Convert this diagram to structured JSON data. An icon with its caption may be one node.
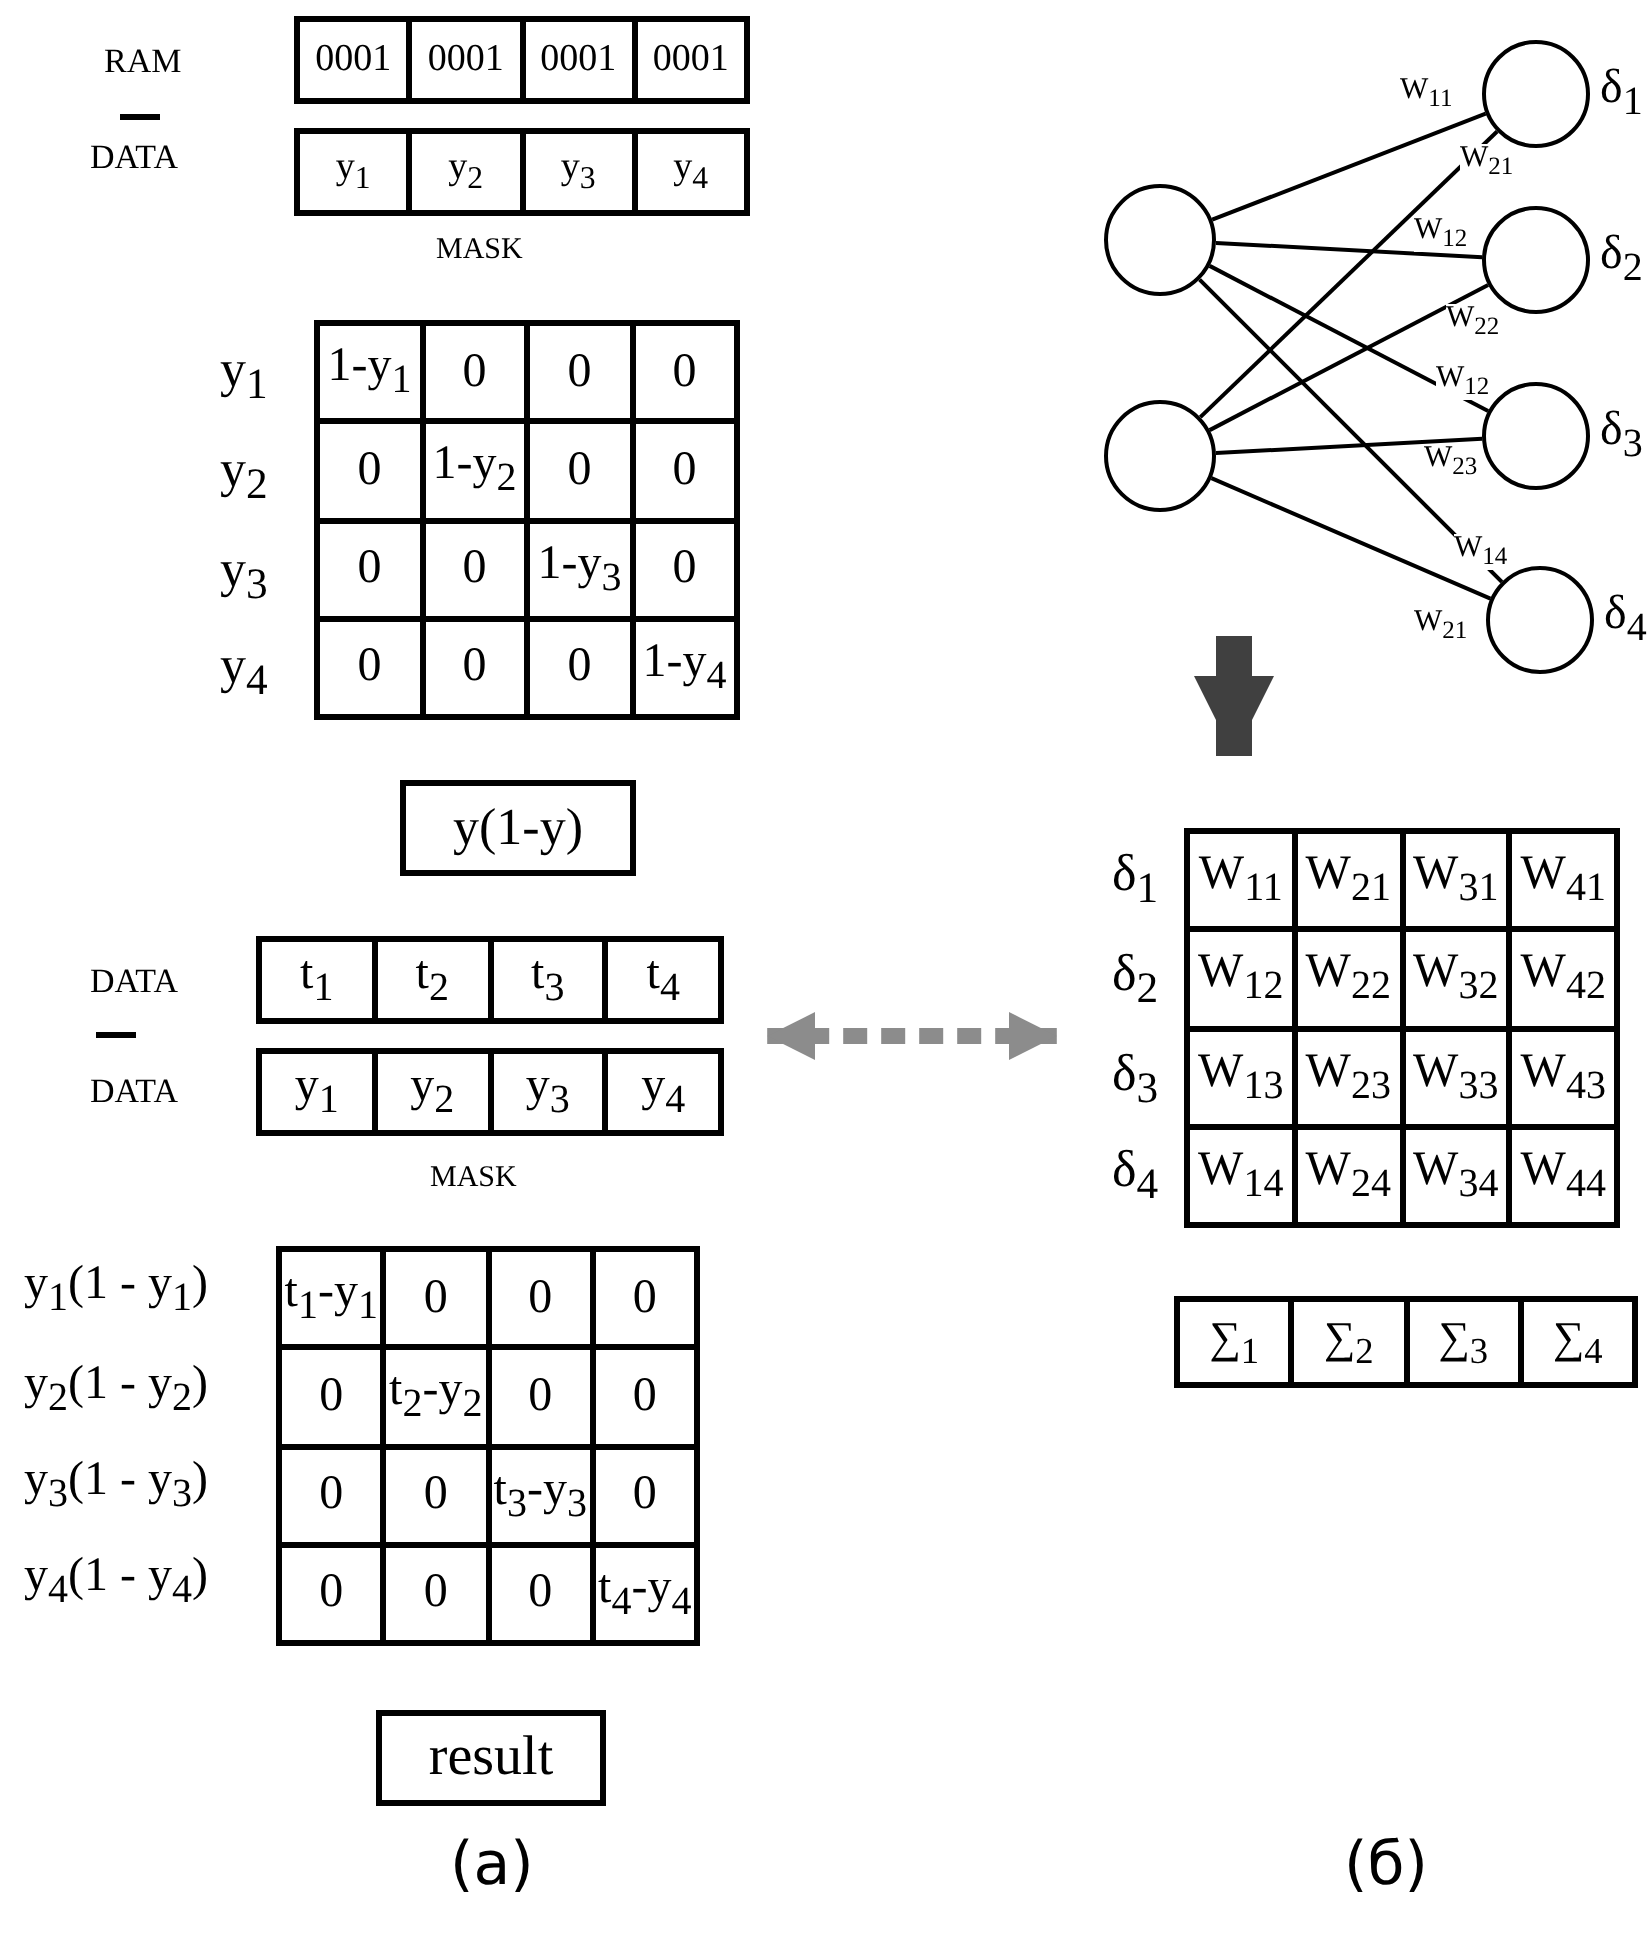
{
  "diagram": {
    "nodes": [
      {
        "text": [],
        "shape": "circle"
      },
      {
        "text": [],
        "shape": "circle"
      },
      {
        "text": [],
        "shape": "circle",
        "beside": [
          "δ$_{1}$"
        ]
      },
      {
        "text": [],
        "shape": "circle",
        "beside": [
          "δ$_{2}$"
        ]
      },
      {
        "text": [],
        "shape": "circle",
        "beside": [
          "δ$_{3}$"
        ]
      },
      {
        "text": [],
        "shape": "circle",
        "beside": [
          "δ$_{4}$"
        ]
      },
      {
        "text": [
          "0001",
          "0001",
          "0001",
          "0001",
          "y$_{1}$",
          "y$_{2}$",
          "y$_{3}$",
          "y$_{4}$"
        ],
        "beside": [
          "RAM",
          "DATA"
        ]
      },
      {
        "text": [
          "1-y$_{1}$",
          "0",
          "0",
          "0",
          "0",
          "1-y$_{2}$",
          "0",
          "0",
          "0",
          "0",
          "1-y$_{3}$",
          "0",
          "0",
          "0",
          "0",
          "1-y$_{4}$"
        ],
        "beside": [
          "y$_{1}$",
          "y$_{2}$",
          "y$_{3}$",
          "y$_{4}$"
        ]
      },
      {
        "text": [
          "y(1-y)"
        ]
      },
      {
        "text": [
          "t$_{1}$",
          "t$_{2}$",
          "t$_{3}$",
          "t$_{4}$",
          "y$_{1}$",
          "y$_{2}$",
          "y$_{3}$",
          "y$_{4}$"
        ],
        "beside": [
          "DATA",
          "DATA"
        ]
      },
      {
        "text": [
          "t$_{1}$-y$_{1}$",
          "0",
          "0",
          "0",
          "0",
          "t$_{2}$-y$_{2}$",
          "0",
          "0",
          "0",
          "0",
          "t$_{3}$-y$_{3}$",
          "0",
          "0",
          "0",
          "0",
          "t$_{4}$-y$_{4}$"
        ],
        "beside": [
          "y$_{1}$(1 - y$_{1}$)",
          "y$_{2}$(1 - y$_{2}$)",
          "y$_{3}$(1 - y$_{3}$)",
          "y$_{4}$(1 - y$_{4}$)"
        ]
      },
      {
        "text": [
          "result"
        ]
      },
      {
        "text": [
          "W$_{11}$",
          "W$_{21}$",
          "W$_{31}$",
          "W$_{41}$",
          "W$_{12}$",
          "W$_{22}$",
          "W$_{32}$",
          "W$_{42}$",
          "W$_{13}$",
          "W$_{23}$",
          "W$_{33}$",
          "W$_{43}$",
          "W$_{14}$",
          "W$_{24}$",
          "W$_{34}$",
          "W$_{44}$"
        ],
        "beside": [
          "δ$_{1}$",
          "δ$_{2}$",
          "δ$_{3}$",
          "δ$_{4}$"
        ]
      },
      {
        "text": [
          "∑$_{1}$",
          "∑$_{2}$",
          "∑$_{3}$",
          "∑$_{4}$"
        ]
      }
    ],
    "edges": [
      {
        "from": 0,
        "to": 2,
        "arrow": "none",
        "label": "W$_{11}$"
      },
      {
        "from": 1,
        "to": 2,
        "arrow": "none",
        "label": "W$_{21}$"
      },
      {
        "from": 0,
        "to": 3,
        "arrow": "none",
        "label": "W$_{12}$"
      },
      {
        "from": 1,
        "to": 3,
        "arrow": "none",
        "label": "W$_{22}$"
      },
      {
        "from": 0,
        "to": 4,
        "arrow": "none",
        "label": "W$_{12}$"
      },
      {
        "from": 1,
        "to": 4,
        "arrow": "none",
        "label": "W$_{23}$"
      },
      {
        "from": 0,
        "to": 5,
        "arrow": "none",
        "label": "W$_{14}$"
      },
      {
        "from": 1,
        "to": 5,
        "arrow": "none",
        "label": "W$_{21}$"
      },
      {
        "from": null,
        "to": 12,
        "arrow": "to",
        "style": "thick",
        "color": "#404040"
      },
      {
        "from": 9,
        "to": 12,
        "arrow": "both",
        "style": "dashed",
        "color": "#8c8c8c"
      }
    ],
    "labels": [
      "MASK",
      "MASK",
      "(а)",
      "(б)"
    ]
  }
}
